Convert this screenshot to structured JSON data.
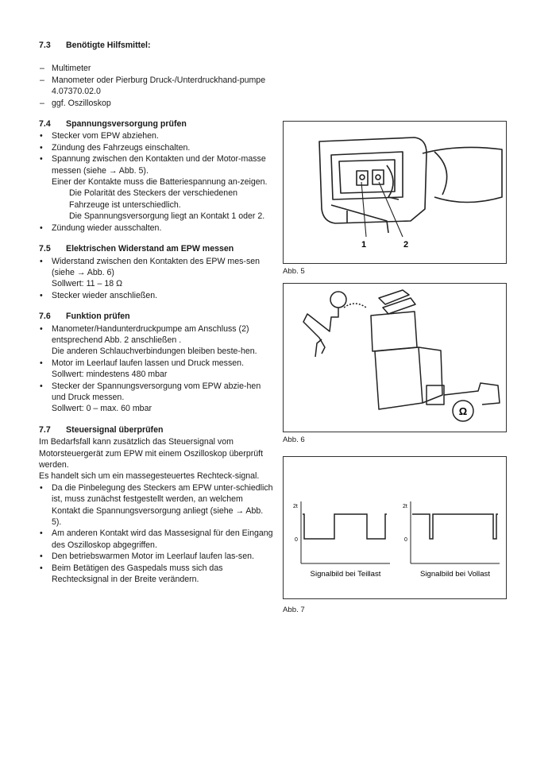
{
  "s73": {
    "num": "7.3",
    "title": "Benötigte Hilfsmittel:",
    "items": [
      {
        "mark": "–",
        "text": "Multimeter"
      },
      {
        "mark": "–",
        "text": "Manometer oder Pierburg Druck-/Unterdruckhand-pumpe 4.07370.02.0"
      },
      {
        "mark": "–",
        "text": "ggf. Oszilloskop"
      }
    ]
  },
  "s74": {
    "num": "7.4",
    "title": "Spannungsversorgung prüfen",
    "items": [
      {
        "mark": "•",
        "text": "Stecker vom EPW abziehen."
      },
      {
        "mark": "•",
        "text": "Zündung des Fahrzeugs einschalten."
      },
      {
        "mark": "•",
        "text": "Spannung zwischen den Kontakten und der Motor-masse messen (siehe → Abb. 5).",
        "extra": "Einer der Kontakte muss die Batteriespannung an-zeigen."
      }
    ],
    "note": [
      "Die Polarität des Steckers der verschiedenen Fahrzeuge ist unterschiedlich.",
      "Die Spannungsversorgung liegt an Kontakt 1 oder 2."
    ],
    "items2": [
      {
        "mark": "•",
        "text": "Zündung wieder ausschalten."
      }
    ]
  },
  "s75": {
    "num": "7.5",
    "title": "Elektrischen Widerstand am EPW messen",
    "items": [
      {
        "mark": "•",
        "text": "Widerstand zwischen den Kontakten des EPW mes-sen (siehe → Abb. 6)",
        "extra": "Sollwert: 11 – 18 Ω"
      },
      {
        "mark": "•",
        "text": "Stecker wieder anschließen."
      }
    ]
  },
  "s76": {
    "num": "7.6",
    "title": "Funktion prüfen",
    "items": [
      {
        "mark": "•",
        "text": "Manometer/Handunterdruckpumpe am Anschluss (2) entsprechend Abb. 2 anschließen .",
        "extra": "Die anderen Schlauchverbindungen bleiben beste-hen."
      },
      {
        "mark": "•",
        "text": "Motor im Leerlauf laufen lassen und Druck messen.",
        "extra": "Sollwert: mindestens 480 mbar"
      },
      {
        "mark": "•",
        "text": "Stecker der Spannungsversorgung vom EPW abzie-hen und Druck messen.",
        "extra": "Sollwert: 0 – max. 60 mbar"
      }
    ]
  },
  "s77": {
    "num": "7.7",
    "title": "Steuersignal überprüfen",
    "intro": [
      "Im Bedarfsfall kann zusätzlich das Steuersignal vom Motorsteuergerät zum EPW mit einem Oszilloskop überprüft werden.",
      "Es handelt sich um ein massegesteuertes Rechteck-signal."
    ],
    "items": [
      {
        "mark": "•",
        "text": "Da die Pinbelegung des Steckers am EPW unter-schiedlich ist, muss zunächst festgestellt werden, an welchem Kontakt die Spannungsversorgung anliegt (siehe → Abb. 5)."
      },
      {
        "mark": "•",
        "text": "Am anderen Kontakt wird das Massesignal für den Eingang des Oszilloskop abgegriffen."
      },
      {
        "mark": "•",
        "text": "Den betriebswarmen Motor im Leerlauf laufen las-sen."
      },
      {
        "mark": "•",
        "text": "Beim Betätigen des Gaspedals muss sich das Rechtecksignal in der Breite verändern."
      }
    ]
  },
  "fig5": {
    "caption": "Abb. 5",
    "label1": "1",
    "label2": "2"
  },
  "fig6": {
    "caption": "Abb. 6",
    "ohm": "Ω"
  },
  "fig7": {
    "caption": "Abb. 7",
    "left_label": "Signalbild bei Teillast",
    "right_label": "Signalbild bei Vollast",
    "y_top": "2t",
    "y_zero": "0"
  }
}
